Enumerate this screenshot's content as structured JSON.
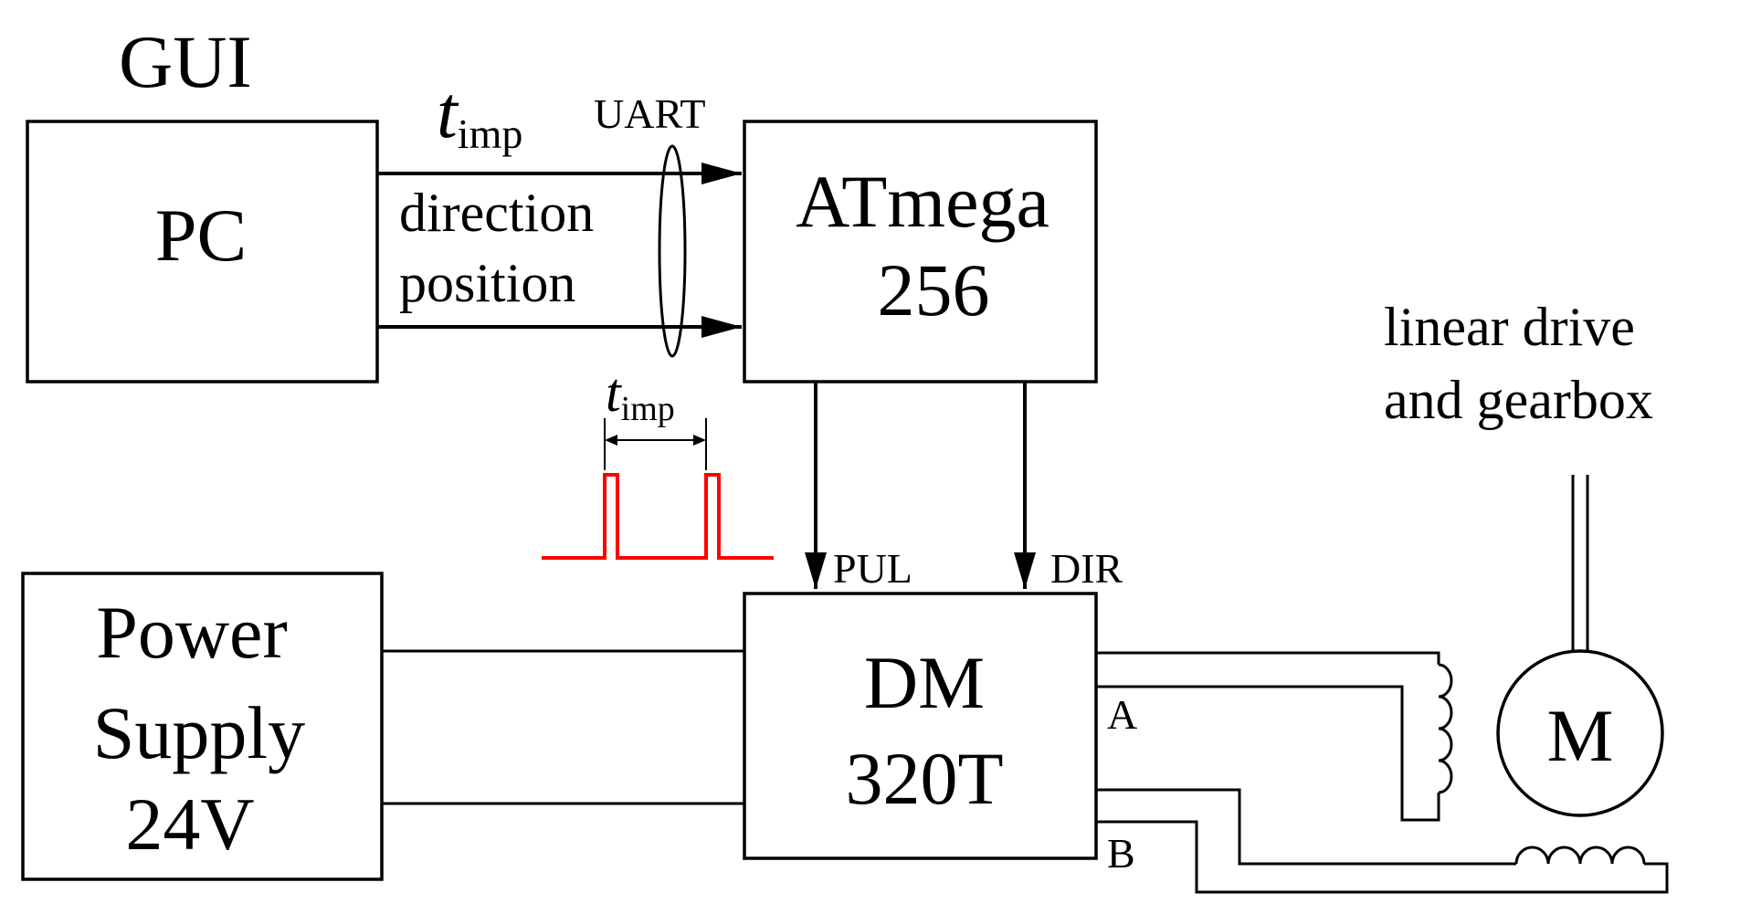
{
  "labels": {
    "gui": "GUI",
    "pc": "PC",
    "t_main": "t",
    "t_sub": "imp",
    "uart": "UART",
    "direction": "direction",
    "position": "position",
    "atmega_line1": "ATmega",
    "atmega_line2": "256",
    "pulse_t_main": "t",
    "pulse_t_sub": "imp",
    "pul": "PUL",
    "dir": "DIR",
    "power_line1": "Power",
    "power_line2": "Supply",
    "power_line3": "24V",
    "dm_line1": "DM",
    "dm_line2": "320T",
    "phase_a": "A",
    "phase_b": "B",
    "linear_line1": "linear drive",
    "linear_line2": "and gearbox",
    "motor": "M"
  },
  "colors": {
    "line": "#000000",
    "pulse": "#ff0000"
  }
}
